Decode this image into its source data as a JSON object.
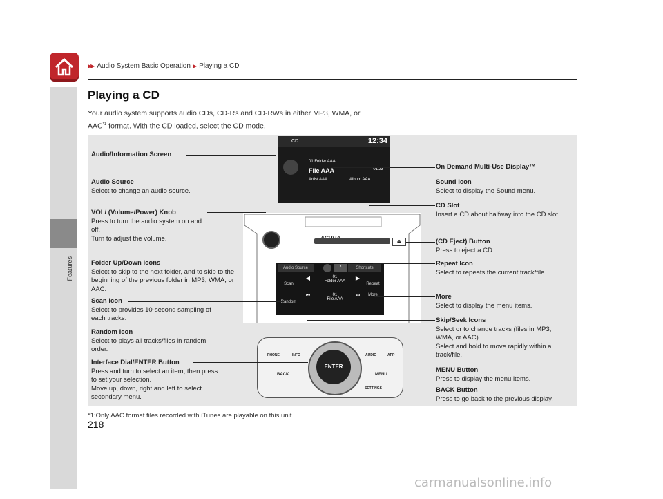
{
  "header": {
    "crumb1": "Audio System Basic Operation",
    "crumb2": "Playing a CD"
  },
  "sidebar": {
    "label": "Features"
  },
  "page": {
    "title": "Playing a CD",
    "intro1": "Your audio system supports audio CDs, CD-Rs and CD-RWs in either MP3, WMA, or",
    "intro2": "AAC",
    "intro_sup": "*1",
    "intro3": " format. With the CD loaded, select the CD mode.",
    "footnote": "*1:Only AAC format files recorded with iTunes are playable on this unit.",
    "page_number": "218"
  },
  "left_labels": [
    {
      "title": "Audio/Information Screen",
      "body": ""
    },
    {
      "title": "Audio Source",
      "body": "Select to change an audio source."
    },
    {
      "title": "VOL/ (Volume/Power) Knob",
      "body": "Press to turn the audio system on and off.\nTurn to adjust the volume."
    },
    {
      "title": "Folder Up/Down Icons",
      "body": "Select to skip to the next folder, and to skip to the beginning of the previous folder in MP3, WMA, or AAC."
    },
    {
      "title": "Scan Icon",
      "body": "Select to provides 10-second sampling of each tracks."
    },
    {
      "title": "Random Icon",
      "body": "Select to plays all tracks/files in random order."
    },
    {
      "title": "Interface Dial/ENTER Button",
      "body": "Press and turn to select an item, then press to set your selection.\nMove up, down, right and left to select secondary menu."
    }
  ],
  "right_labels": [
    {
      "title": "On Demand Multi-Use Display™",
      "body": ""
    },
    {
      "title": "Sound Icon",
      "body": "Select to display the Sound menu."
    },
    {
      "title": "CD Slot",
      "body": "Insert a CD about halfway into the CD slot."
    },
    {
      "title": "(CD Eject) Button",
      "body": "Press to eject a CD."
    },
    {
      "title": "Repeat Icon",
      "body": "Select to repeats the current track/file."
    },
    {
      "title": "More",
      "body": "Select to display the menu items."
    },
    {
      "title": "Skip/Seek Icons",
      "body": "Select or to change tracks (files in MP3, WMA, or AAC).\nSelect and hold to move rapidly within a track/file."
    },
    {
      "title": "MENU Button",
      "body": "Press to display the menu items."
    },
    {
      "title": "BACK Button",
      "body": "Press to go back to the previous display."
    }
  ],
  "screen": {
    "mode": "CD",
    "time": "12:34",
    "folder": "Folder AAA",
    "file": "File AAA",
    "artist": "Artist AAA",
    "album": "Album AAA",
    "elapsed": "01'23\"",
    "track_no": "01"
  },
  "lcd": {
    "audio_source": "Audio Source",
    "shortcuts": "Shortcuts",
    "scan": "Scan",
    "repeat": "Repeat",
    "random": "Random",
    "more": "More",
    "folder": "Folder AAA",
    "file": "File AAA",
    "num1": "01",
    "num2": "01"
  },
  "dial": {
    "enter": "ENTER",
    "back": "BACK",
    "menu": "MENU",
    "settings": "SETTINGS",
    "phone": "PHONE",
    "info": "INFO",
    "audio": "AUDIO",
    "app": "APP"
  },
  "unit": {
    "brand": "ACURA"
  },
  "watermark": "carmanualsonline.info",
  "colors": {
    "accent": "#c0262b",
    "panel": "#e6e6e6"
  }
}
